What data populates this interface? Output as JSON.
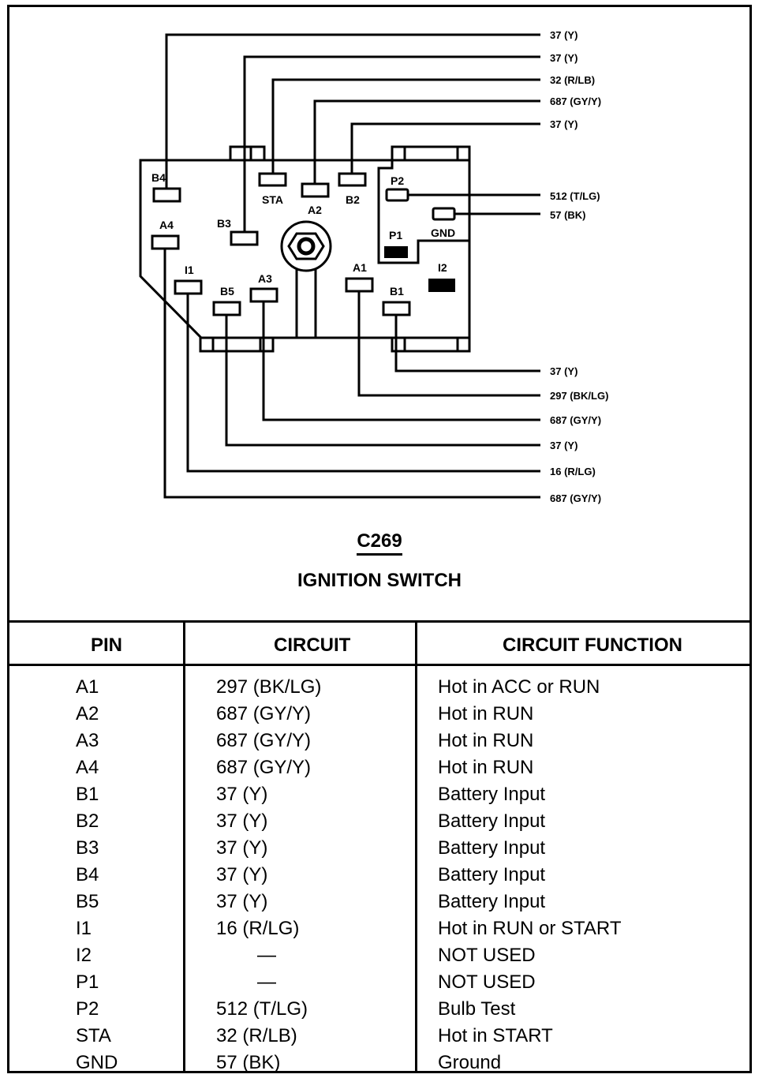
{
  "title": {
    "connector_id": "C269",
    "component_name": "IGNITION SWITCH"
  },
  "diagram": {
    "pin_labels": {
      "B4": "B4",
      "STA": "STA",
      "A2": "A2",
      "B2": "B2",
      "P2": "P2",
      "B3": "B3",
      "A4": "A4",
      "GND": "GND",
      "P1": "P1",
      "I1": "I1",
      "A3": "A3",
      "B5": "B5",
      "A1": "A1",
      "B1": "B1",
      "I2": "I2"
    },
    "top_wires": [
      {
        "pin": "B4",
        "label": "37 (Y)"
      },
      {
        "pin": "B3",
        "label": "37 (Y)"
      },
      {
        "pin": "STA",
        "label": "32 (R/LB)"
      },
      {
        "pin": "A2",
        "label": "687 (GY/Y)"
      },
      {
        "pin": "B2",
        "label": "37 (Y)"
      }
    ],
    "side_wires": [
      {
        "pin": "P2",
        "label": "512 (T/LG)"
      },
      {
        "pin": "GND",
        "label": "57 (BK)"
      }
    ],
    "bottom_wires": [
      {
        "pin": "B1",
        "label": "37 (Y)"
      },
      {
        "pin": "A1",
        "label": "297 (BK/LG)"
      },
      {
        "pin": "A3",
        "label": "687 (GY/Y)"
      },
      {
        "pin": "B5",
        "label": "37 (Y)"
      },
      {
        "pin": "I1",
        "label": "16 (R/LG)"
      },
      {
        "pin": "A4",
        "label": "687 (GY/Y)"
      }
    ]
  },
  "table": {
    "headers": [
      "PIN",
      "CIRCUIT",
      "CIRCUIT FUNCTION"
    ],
    "rows": [
      {
        "pin": "A1",
        "circuit": "297 (BK/LG)",
        "function": "Hot in ACC or RUN"
      },
      {
        "pin": "A2",
        "circuit": "687 (GY/Y)",
        "function": "Hot in RUN"
      },
      {
        "pin": "A3",
        "circuit": "687 (GY/Y)",
        "function": "Hot in RUN"
      },
      {
        "pin": "A4",
        "circuit": "687 (GY/Y)",
        "function": "Hot in RUN"
      },
      {
        "pin": "B1",
        "circuit": "37 (Y)",
        "function": "Battery Input"
      },
      {
        "pin": "B2",
        "circuit": "37 (Y)",
        "function": "Battery Input"
      },
      {
        "pin": "B3",
        "circuit": "37 (Y)",
        "function": "Battery Input"
      },
      {
        "pin": "B4",
        "circuit": "37 (Y)",
        "function": "Battery Input"
      },
      {
        "pin": "B5",
        "circuit": "37 (Y)",
        "function": "Battery Input"
      },
      {
        "pin": "I1",
        "circuit": "16 (R/LG)",
        "function": "Hot in RUN or START"
      },
      {
        "pin": "I2",
        "circuit": "—",
        "function": "NOT USED"
      },
      {
        "pin": "P1",
        "circuit": "—",
        "function": "NOT USED"
      },
      {
        "pin": "P2",
        "circuit": "512 (T/LG)",
        "function": "Bulb Test"
      },
      {
        "pin": "STA",
        "circuit": "32 (R/LB)",
        "function": "Hot in START"
      },
      {
        "pin": "GND",
        "circuit": "57 (BK)",
        "function": "Ground"
      }
    ]
  }
}
